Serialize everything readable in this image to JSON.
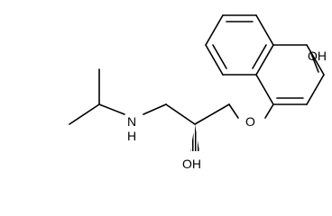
{
  "molecule": {
    "atom_labels": {
      "OH_top": "OH",
      "O_ether": "O",
      "OH_bottom": "OH",
      "N_amine": "N",
      "H_amine": "H"
    }
  }
}
